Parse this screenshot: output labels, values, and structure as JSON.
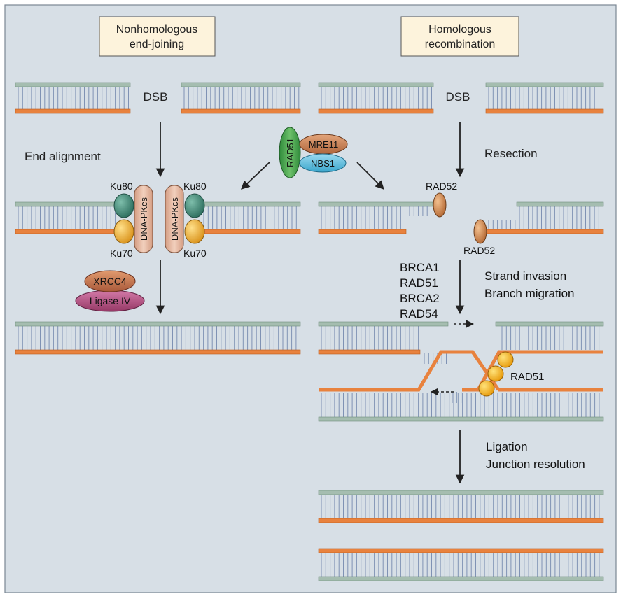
{
  "panels": {
    "nhej_title": [
      "Nonhomologous",
      "end-joining"
    ],
    "hr_title": [
      "Homologous",
      "recombination"
    ]
  },
  "labels": {
    "dsb": "DSB",
    "end_alignment": "End alignment",
    "resection": "Resection",
    "ku80": "Ku80",
    "ku70": "Ku70",
    "dna_pkcs": "DNA-PKcs",
    "rad51": "RAD51",
    "mre11": "MRE11",
    "nbs1": "NBS1",
    "rad52": "RAD52",
    "xrcc4": "XRCC4",
    "ligase_iv": "Ligase IV",
    "brca_list": [
      "BRCA1",
      "RAD51",
      "BRCA2",
      "RAD54"
    ],
    "strand_invasion": "Strand invasion",
    "branch_migration": "Branch migration",
    "ligation": "Ligation",
    "junction_resolution": "Junction resolution"
  },
  "colors": {
    "background": "#d7dfe6",
    "green_strand": "#a5bdb0",
    "orange_strand": "#e8823e",
    "rung": "#7f92b4",
    "title_box": "#fdf3dc",
    "ku80": "#3f8a78",
    "ku70": "#f0b53a",
    "dna_pkcs": "#e3b49b",
    "rad51_protein": "#41a449",
    "mre11": "#c8845a",
    "nbs1": "#5ab9d8",
    "rad52": "#d5915a",
    "xrcc4": "#c57450",
    "ligase_iv": "#b24f82",
    "rad51_balls": "#f6b21a"
  }
}
